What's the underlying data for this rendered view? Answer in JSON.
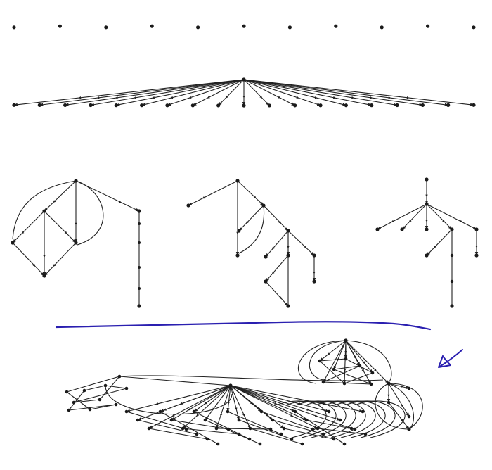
{
  "colors": {
    "edge": "#222222",
    "node": "#1a1a1a",
    "ink": "#2a1fb0",
    "background": "#ffffff"
  },
  "panels": [
    {
      "id": "row-isolated-nodes",
      "kind": "independent-set",
      "node_count": 11
    },
    {
      "id": "row-star-graph",
      "kind": "star",
      "leaf_count": 19
    },
    {
      "id": "row-tree-graphs",
      "kind": "dag",
      "graph_count": 3
    },
    {
      "id": "row-dense-graph",
      "kind": "dense-dag"
    }
  ],
  "annotations": [
    {
      "id": "separator-stroke",
      "kind": "hand-drawn-line"
    },
    {
      "id": "pointer-arrow",
      "kind": "hand-drawn-arrow",
      "icon": "arrow-down-left-icon"
    }
  ]
}
